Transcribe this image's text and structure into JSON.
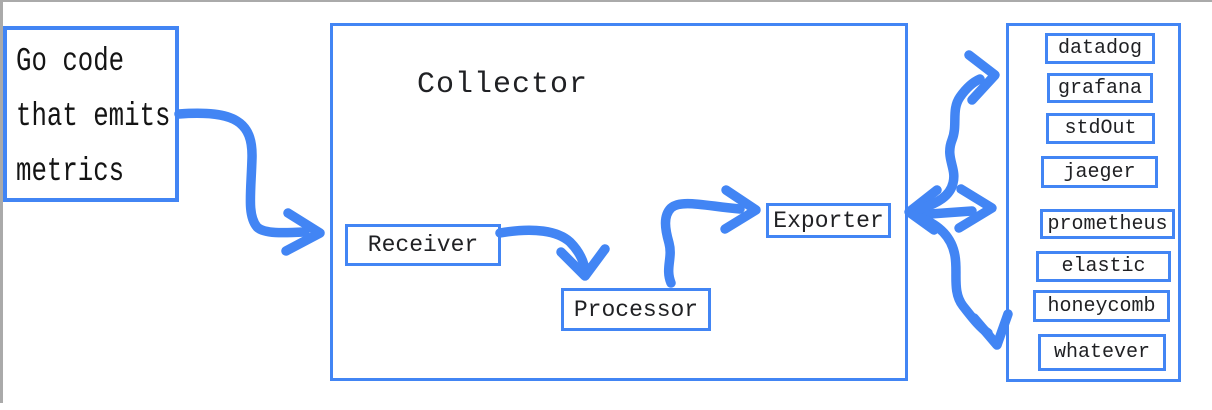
{
  "colors": {
    "accent_blue": "#4285f4",
    "text_dark": "#202124",
    "canvas_edge_gray": "#aaaaaa"
  },
  "source": {
    "lines": [
      "Go code",
      "that emits",
      "metrics"
    ]
  },
  "collector": {
    "title": "Collector",
    "components": [
      {
        "label": "Receiver"
      },
      {
        "label": "Processor"
      },
      {
        "label": "Exporter"
      }
    ]
  },
  "destinations": {
    "items": [
      {
        "label": "datadog"
      },
      {
        "label": "grafana"
      },
      {
        "label": "stdOut"
      },
      {
        "label": "jaeger"
      },
      {
        "label": "prometheus"
      },
      {
        "label": "elastic"
      },
      {
        "label": "honeycomb"
      },
      {
        "label": "whatever"
      }
    ]
  },
  "edges": [
    {
      "from": "go-code",
      "to": "collector"
    },
    {
      "from": "receiver",
      "to": "processor"
    },
    {
      "from": "processor",
      "to": "exporter"
    },
    {
      "from": "exporter",
      "to": "destinations-top-group"
    },
    {
      "from": "exporter",
      "to": "destinations-middle-group"
    },
    {
      "from": "exporter",
      "to": "destinations-bottom-group"
    }
  ]
}
